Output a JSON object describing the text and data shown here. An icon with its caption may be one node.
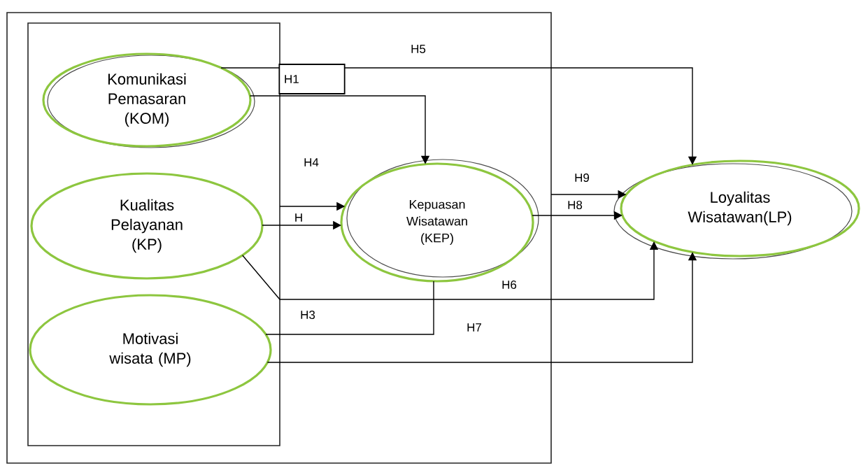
{
  "diagram": {
    "nodes": [
      {
        "text": [],
        "shape": "box"
      },
      {
        "text": [],
        "shape": "box",
        "in": 0
      },
      {
        "text": [
          "Komunikasi Pemasaran (KOM)"
        ],
        "in": 1
      },
      {
        "text": [
          "Kualitas Pelayanan (KP)"
        ],
        "in": 1
      },
      {
        "text": [
          "Motivasi wisata (MP)"
        ],
        "in": 1
      },
      {
        "text": [
          "Kepuasan Wisatawan (KEP)"
        ],
        "in": 0
      },
      {
        "text": [
          "Loyalitas Wisatawan(LP)"
        ]
      }
    ],
    "edges": [
      {
        "from": 2,
        "to": 6,
        "arrow": "to",
        "label": "H5"
      },
      {
        "from": 2,
        "to": 5,
        "arrow": "to",
        "label": "H1"
      },
      {
        "from": 1,
        "to": 5,
        "arrow": "to",
        "label": "H4"
      },
      {
        "from": 3,
        "to": 5,
        "arrow": "to",
        "label": "H"
      },
      {
        "from": 3,
        "to": 6,
        "arrow": "to",
        "label": "H6"
      },
      {
        "from": 4,
        "to": 5,
        "arrow": "none",
        "label": "H3"
      },
      {
        "from": 4,
        "to": 6,
        "arrow": "to",
        "label": "H7"
      },
      {
        "from": 5,
        "to": 6,
        "arrow": "to",
        "label": "H8"
      },
      {
        "from": 0,
        "to": 6,
        "arrow": "to",
        "label": "H9"
      }
    ]
  }
}
